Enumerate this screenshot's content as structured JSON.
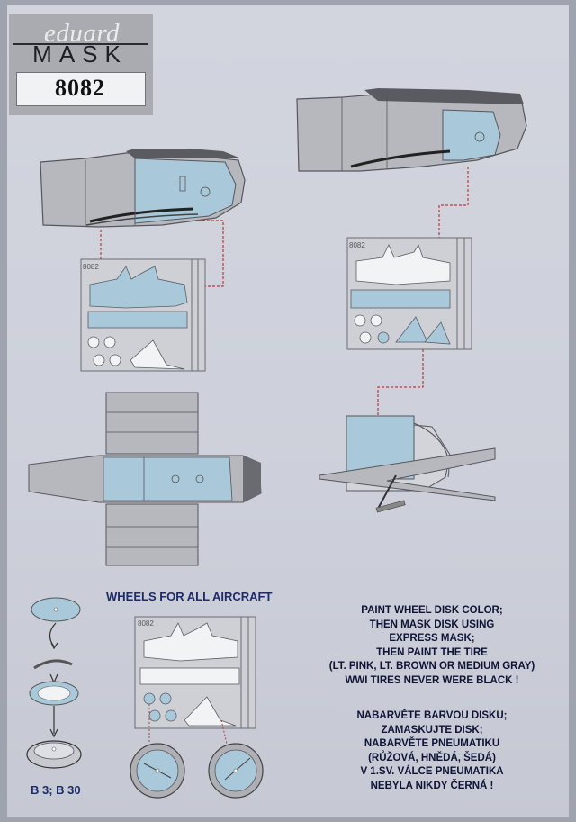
{
  "header": {
    "brand": "eduard",
    "product": "MASK",
    "code": "8082"
  },
  "mask_sheet_label": "8082",
  "wheels_title": "WHEELS FOR ALL AIRCRAFT",
  "instructions_en": [
    "PAINT WHEEL DISK COLOR;",
    "THEN MASK DISK USING",
    "EXPRESS MASK;",
    "THEN PAINT THE TIRE",
    "(LT. PINK, LT. BROWN OR MEDIUM GRAY)",
    "WWI TIRES NEVER WERE BLACK !"
  ],
  "instructions_cz": [
    "NABARVĚTE BARVOU DISKU;",
    "ZAMASKUJTE DISK;",
    "NABARVĚTE PNEUMATIKU",
    "(RŮŽOVÁ, HNĚDÁ, ŠEDÁ)",
    "V 1.SV. VÁLCE PNEUMATIKA",
    "NEBYLA NIKDY ČERNÁ !"
  ],
  "part_codes": "B 3; B 30",
  "colors": {
    "sheet": "#cfd2dc",
    "mask_blue": "#a9c8da",
    "fuselage_gray": "#b9bac0",
    "leader_red": "#b83a3a",
    "text_navy": "#1d2b6a"
  }
}
